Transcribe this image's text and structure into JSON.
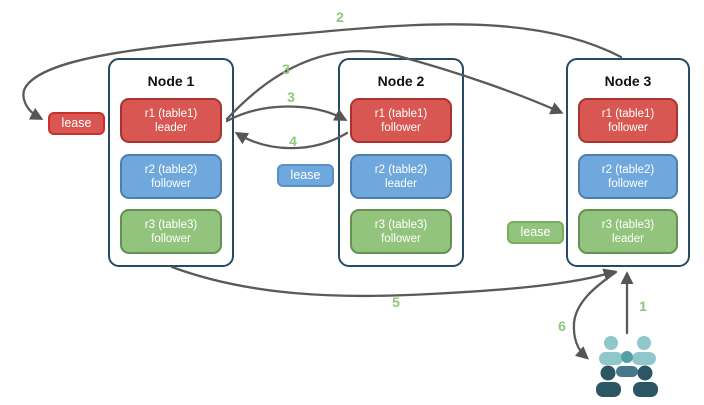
{
  "nodes": [
    {
      "title": "Node 1",
      "replicas": [
        {
          "name": "r1 (table1)",
          "role": "leader",
          "color": "red"
        },
        {
          "name": "r2 (table2)",
          "role": "follower",
          "color": "blue"
        },
        {
          "name": "r3 (table3)",
          "role": "follower",
          "color": "green"
        }
      ]
    },
    {
      "title": "Node 2",
      "replicas": [
        {
          "name": "r1 (table1)",
          "role": "follower",
          "color": "red"
        },
        {
          "name": "r2 (table2)",
          "role": "leader",
          "color": "blue"
        },
        {
          "name": "r3 (table3)",
          "role": "follower",
          "color": "green"
        }
      ]
    },
    {
      "title": "Node 3",
      "replicas": [
        {
          "name": "r1 (table1)",
          "role": "follower",
          "color": "red"
        },
        {
          "name": "r2 (table2)",
          "role": "follower",
          "color": "blue"
        },
        {
          "name": "r3 (table3)",
          "role": "leader",
          "color": "green"
        }
      ]
    }
  ],
  "leases": [
    {
      "label": "lease",
      "color": "#d95752"
    },
    {
      "label": "lease",
      "color": "#6fa8dc"
    },
    {
      "label": "lease",
      "color": "#93c47d"
    }
  ],
  "steps": {
    "s1": "1",
    "s2": "2",
    "s3a": "3",
    "s3b": "3",
    "s4": "4",
    "s5": "5",
    "s6": "6"
  },
  "arrows": [
    {
      "step": "1",
      "from": "clients",
      "to": "Node 3"
    },
    {
      "step": "2",
      "from": "Node 3",
      "to": "lease of r1 leader (Node 1)"
    },
    {
      "step": "3",
      "from": "r1 leader (Node 1)",
      "to": "r1 follower (Node 2)"
    },
    {
      "step": "3",
      "from": "r1 leader (Node 1)",
      "to": "r1 follower (Node 3)"
    },
    {
      "step": "4",
      "from": "r1 follower (Node 2)",
      "to": "r1 leader (Node 1)"
    },
    {
      "step": "5",
      "from": "Node 1",
      "to": "Node 3"
    },
    {
      "step": "6",
      "from": "Node 3",
      "to": "clients"
    }
  ],
  "icons": {
    "users": "users-icon"
  },
  "colors": {
    "replica_red_fill": "#d95752",
    "replica_red_border": "#a8332f",
    "replica_blue_fill": "#6fa8dc",
    "replica_blue_border": "#4d7fae",
    "replica_green_fill": "#93c47d",
    "replica_green_border": "#649150",
    "lease_red_border": "#cb2f2b",
    "lease_blue_border": "#588fc7",
    "lease_green_border": "#79ad5c",
    "node_border": "#274b62",
    "arrow": "#5a5a5a",
    "step_number": "#8fc878",
    "users_light": "#8fc7ca",
    "users_medium": "#52a1a8",
    "users_body_medium": "#44798b",
    "users_dark": "#2d5665"
  }
}
